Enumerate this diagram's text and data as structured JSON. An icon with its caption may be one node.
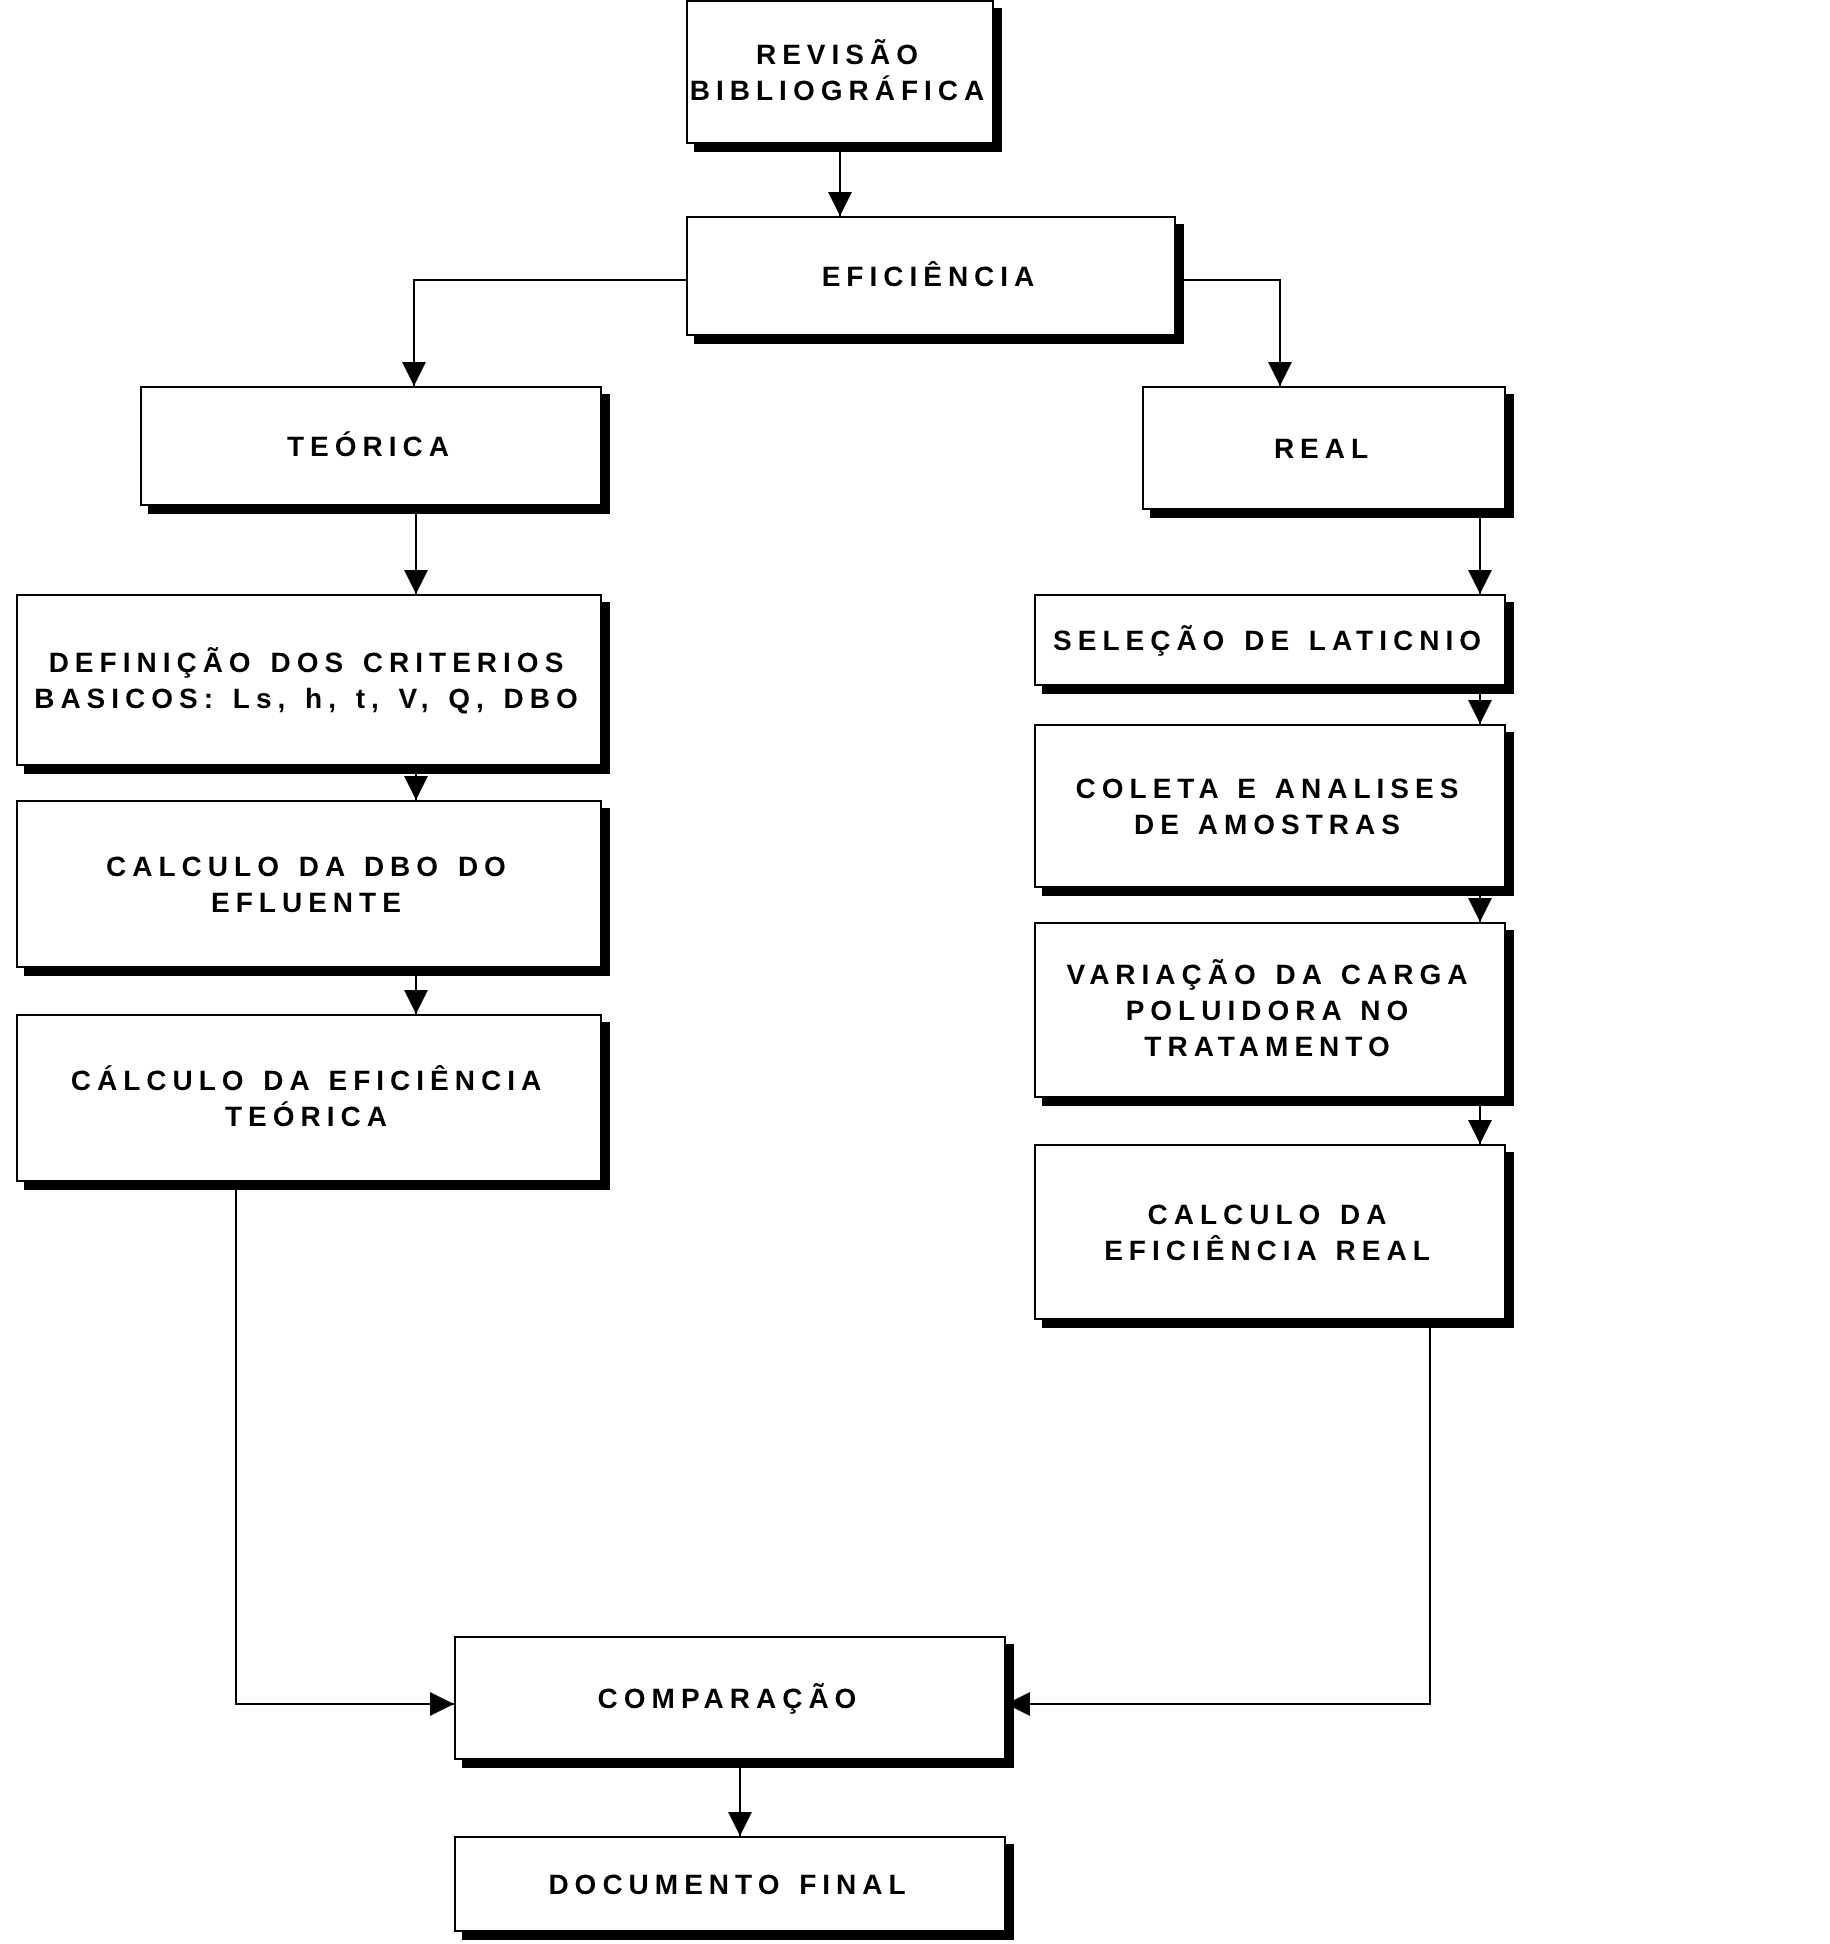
{
  "diagram": {
    "nodes": [
      {
        "text": [
          "REVISÃO BIBLIOGRÁFICA"
        ]
      },
      {
        "text": [
          "EFICIÊNCIA"
        ]
      },
      {
        "text": [
          "TEÓRICA"
        ]
      },
      {
        "text": [
          "REAL"
        ]
      },
      {
        "text": [
          "DEFINIÇÃO DOS CRITERIOS BASICOS: Ls, h, t, V, Q, DBO"
        ]
      },
      {
        "text": [
          "CALCULO DA DBO DO EFLUENTE"
        ]
      },
      {
        "text": [
          "CÁLCULO DA EFICIÊNCIA TEÓRICA"
        ]
      },
      {
        "text": [
          "SELEÇÃO DE LATICNIO"
        ]
      },
      {
        "text": [
          "COLETA E ANALISES DE AMOSTRAS"
        ]
      },
      {
        "text": [
          "VARIAÇÃO DA CARGA POLUIDORA NO TRATAMENTO"
        ]
      },
      {
        "text": [
          "CALCULO DA EFICIÊNCIA REAL"
        ]
      },
      {
        "text": [
          "COMPARAÇÃO"
        ]
      },
      {
        "text": [
          "DOCUMENTO FINAL"
        ]
      }
    ],
    "edges": [
      {
        "from": 0,
        "to": 1,
        "arrow": "to"
      },
      {
        "from": 1,
        "to": 2,
        "arrow": "to"
      },
      {
        "from": 1,
        "to": 3,
        "arrow": "to"
      },
      {
        "from": 2,
        "to": 4,
        "arrow": "to"
      },
      {
        "from": 4,
        "to": 5,
        "arrow": "to"
      },
      {
        "from": 5,
        "to": 6,
        "arrow": "to"
      },
      {
        "from": 3,
        "to": 7,
        "arrow": "to"
      },
      {
        "from": 7,
        "to": 8,
        "arrow": "to"
      },
      {
        "from": 8,
        "to": 9,
        "arrow": "to"
      },
      {
        "from": 9,
        "to": 10,
        "arrow": "to"
      },
      {
        "from": 6,
        "to": 11,
        "arrow": "to"
      },
      {
        "from": 10,
        "to": 11,
        "arrow": "to"
      },
      {
        "from": 11,
        "to": 12,
        "arrow": "to"
      }
    ]
  }
}
